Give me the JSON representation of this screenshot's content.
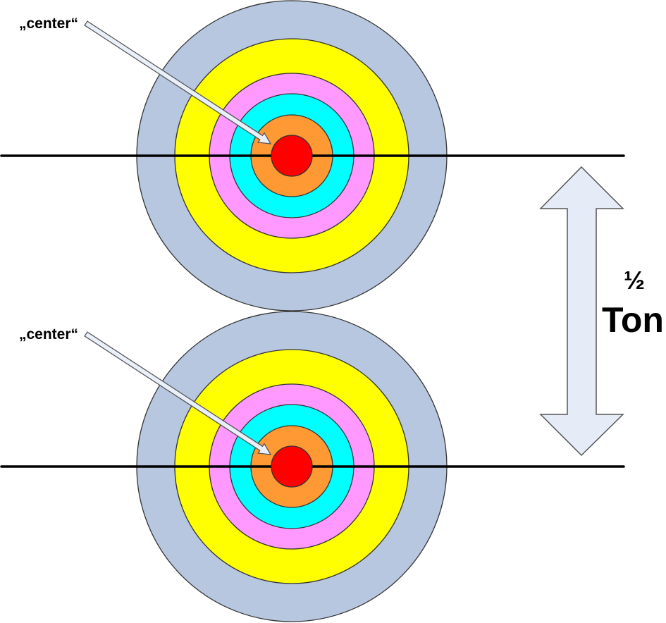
{
  "diagram": {
    "description": "Two concentric target-ring rollers stacked vertically, each with a horizontal line through its center, a 'center' callout arrow, and a double arrow indicating half-tone spacing",
    "ring_colors": [
      "#b7c7df",
      "#ffff00",
      "#ff99ff",
      "#00ffff",
      "#ff9933",
      "#ff0000"
    ],
    "ring_outline_color": "#333333",
    "line_color": "#000000",
    "callout_fill": "#eaf0fa",
    "callout_stroke": "#555555",
    "double_arrow_fill": "#e6ecf7",
    "double_arrow_stroke": "#555555",
    "targets": [
      {
        "id": "top",
        "callout_label": "„center“"
      },
      {
        "id": "bottom",
        "callout_label": "„center“"
      }
    ],
    "spacing_label": {
      "fraction": "½",
      "unit": "Ton"
    }
  }
}
